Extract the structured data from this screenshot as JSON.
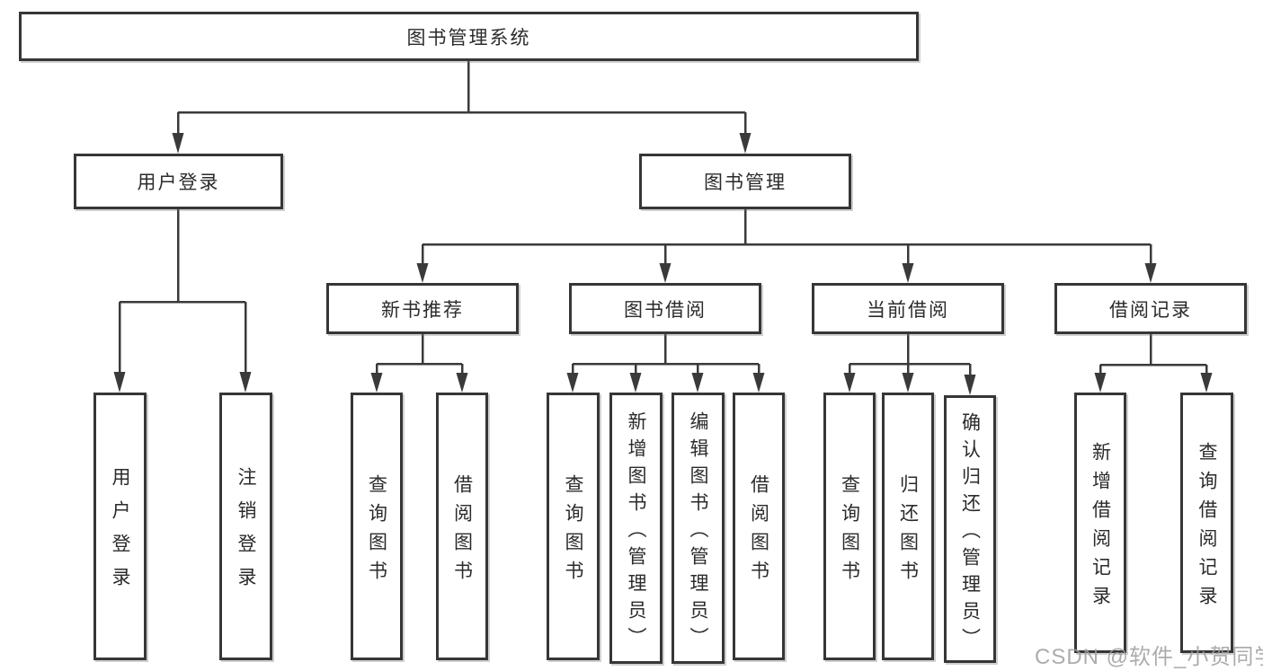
{
  "diagram": {
    "root": "图书管理系统",
    "level1": {
      "user_login": "用户登录",
      "book_management": "图书管理"
    },
    "level2": {
      "new_book_recommend": "新书推荐",
      "book_borrowing": "图书借阅",
      "current_borrowing": "当前借阅",
      "borrowing_records": "借阅记录"
    },
    "leaves": {
      "user_login": "用户登录",
      "logout": "注销登录",
      "query_books_recommend": "查询图书",
      "borrow_books_recommend": "借阅图书",
      "query_books_borrowing": "查询图书",
      "add_books_admin": "新增图书（管理员）",
      "edit_books_admin": "编辑图书（管理员）",
      "borrow_books_borrowing": "借阅图书",
      "query_books_current": "查询图书",
      "return_books": "归还图书",
      "confirm_return_admin": "确认归还（管理员）",
      "add_borrow_record": "新增借阅记录",
      "query_borrow_record": "查询借阅记录"
    }
  },
  "watermark": "CSDN @软件_小贺同学",
  "colors": {
    "line": "#3a3a3a",
    "box_border": "#363636",
    "text": "#2b2b2b",
    "background": "#ffffff",
    "watermark": "#9e9e9e"
  }
}
